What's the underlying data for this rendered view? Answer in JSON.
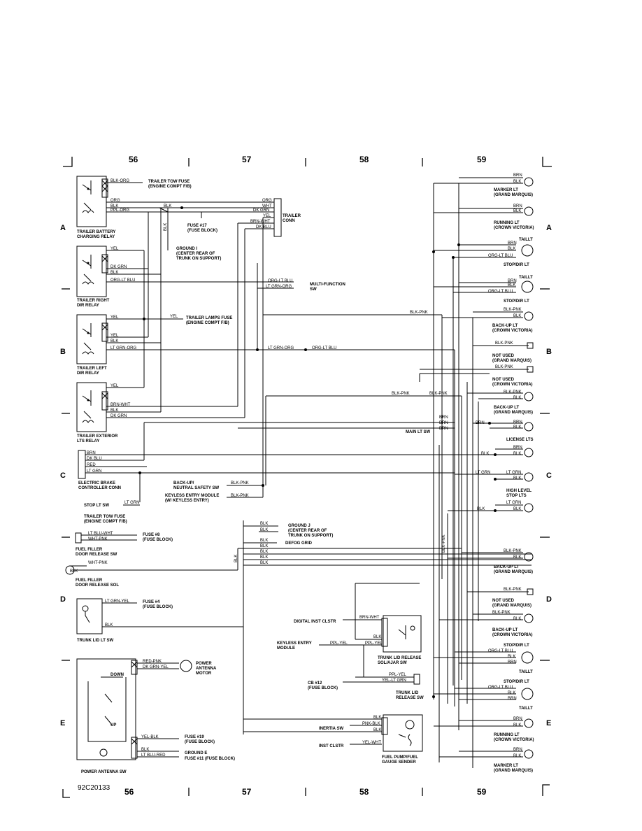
{
  "document_code": "92C20133",
  "grid_columns": [
    "56",
    "57",
    "58",
    "59"
  ],
  "grid_rows": [
    "A",
    "B",
    "C",
    "D",
    "E"
  ],
  "components": {
    "trailer_battery_relay": "TRAILER BATTERY\nCHARGING RELAY",
    "trailer_right_relay": "TRAILER RIGHT\nDIR RELAY",
    "trailer_left_relay": "TRAILER LEFT\nDIR RELAY",
    "trailer_exterior_relay": "TRAILER EXTERIOR\nLTS RELAY",
    "electric_brake_conn": "ELECTRIC BRAKE\nCONTROLLER CONN",
    "fuel_filler_sw": "FUEL FILLER\nDOOR RELEASE SW",
    "fuel_filler_sol": "FUEL FILLER\nDOOR RELEASE SOL",
    "trunk_lid_lt_sw": "TRUNK LID LT SW",
    "power_antenna_sw": "POWER ANTENNA SW",
    "power_antenna_motor": "POWER\nANTENNA\nMOTOR",
    "trailer_conn": "TRAILER\nCONN",
    "multi_function_sw": "MULTI-FUNCTION\nSW",
    "trunk_lid_release_sol": "TRUNK LID RELEASE\nSOL/AJAR SW",
    "trunk_lid_release_sw": "TRUNK LID\nRELEASE SW",
    "fuel_pump_sender": "FUEL PUMP/FUEL\nGAUGE SENDER",
    "main_lt_sw": "MAIN LT SW",
    "stop_lt_sw": "STOP LT SW",
    "digital_inst_clstr": "DIGITAL INST CLSTR",
    "keyless_entry_module": "KEYLESS ENTRY\nMODULE",
    "cb12": "CB #12\n(FUSE BLOCK)",
    "inertia_sw": "INERTIA SW",
    "inst_clstr": "INST CLSTR",
    "backup_neutral_sw": "BACK-UP/\nNEUTRAL SAFETY SW",
    "keyless_entry_module_w": "KEYLESS ENTRY MODULE\n(W/ KEYLESS ENTRY)",
    "trailer_tow_fuse_c": "TRAILER TOW FUSE\n(ENGINE COMPT F/B)"
  },
  "refs": {
    "trailer_tow_fuse": "TRAILER TOW FUSE\n(ENGINE COMPT F/B)",
    "fuse17": "FUSE #17\n(FUSE BLOCK)",
    "ground_i": "GROUND I\n(CENTER REAR OF\nTRUNK ON SUPPORT)",
    "trailer_lamps_fuse": "TRAILER LAMPS FUSE\n(ENGINE COMPT F/B)",
    "ground_j": "GROUND J\n(CENTER REAR OF\nTRUNK ON SUPPORT)",
    "defog_grid": "DEFOG GRID",
    "fuse8": "FUSE #8\n(FUSE BLOCK)",
    "fuse4": "FUSE #4\n(FUSE BLOCK)",
    "fuse19": "FUSE #19\n(FUSE BLOCK)",
    "ground_e": "GROUND E",
    "fuse11": "FUSE #11 (FUSE BLOCK)"
  },
  "lamps": {
    "marker_top": "MARKER LT\n(GRAND MARQUIS)",
    "running_top": "RUNNING LT\n(CROWN VICTORIA)",
    "tail_top": "TAILLT",
    "stop_dir_1": "STOP/DIR LT",
    "tail_2": "TAILLT",
    "stop_dir_2": "STOP/DIR LT",
    "backup_cv1": "BACK-UP LT\n(CROWN VICTORIA)",
    "not_used_gm1": "NOT USED\n(GRAND MARQUIS)",
    "not_used_cv": "NOT USED\n(CROWN VICTORIA)",
    "backup_gm1": "BACK-UP LT\n(GRAND MARQUIS)",
    "license": "LICENSE LTS",
    "high_level": "HIGH LEVEL\nSTOP LTS",
    "backup_gm2": "BACK-UP LT\n(GRAND MARQUIS)",
    "not_used_gm2": "NOT USED\n(GRAND MARQUIS)",
    "backup_cv2": "BACK-UP LT\n(CROWN VICTORIA)",
    "stop_dir_3": "STOP/DIR LT",
    "tail_3": "TAILLT",
    "stop_dir_4": "STOP/DIR LT",
    "tail_4": "TAILLT",
    "running_bottom": "RUNNING LT\n(CROWN VICTORIA)",
    "marker_bottom": "MARKER LT\n(GRAND MARQUIS)"
  },
  "wires": {
    "blk_org": "BLK-ORG",
    "org": "ORG",
    "blk": "BLK",
    "ppl_org": "PPL-ORG",
    "whit": "WHT",
    "dk_grn": "DK GRN",
    "yel": "YEL",
    "brn_wht": "BRN-WHT",
    "dk_blu": "DK BLU",
    "org_lt_blu": "ORG-LT BLU",
    "lt_grn_org": "LT GRN-ORG",
    "lt_grn_orc": "LT GRN-ORG",
    "brn": "BRN",
    "red": "RED",
    "lt_grn": "LT GRN",
    "blk_pnk": "BLK-PNK",
    "lt_blu_wht": "LT BLU-WHT",
    "wht_pnk": "WHT-PNK",
    "lt_grn_yel": "LT GRN-YEL",
    "red_pnk": "RED-PNK",
    "dk_grn_yel": "DK GRN-YEL",
    "yel_blk": "YEL-BLK",
    "lt_blu_red": "LT BLU-RED",
    "brn_wht2": "BRN-WHT",
    "ppl_yel": "PPL-YEL",
    "yel_lt_grn": "YEL-LT GRN",
    "pnk_blk": "PNK-BLK",
    "yel_wht": "YEL-WHT",
    "down": "DOWN",
    "up": "UP"
  }
}
